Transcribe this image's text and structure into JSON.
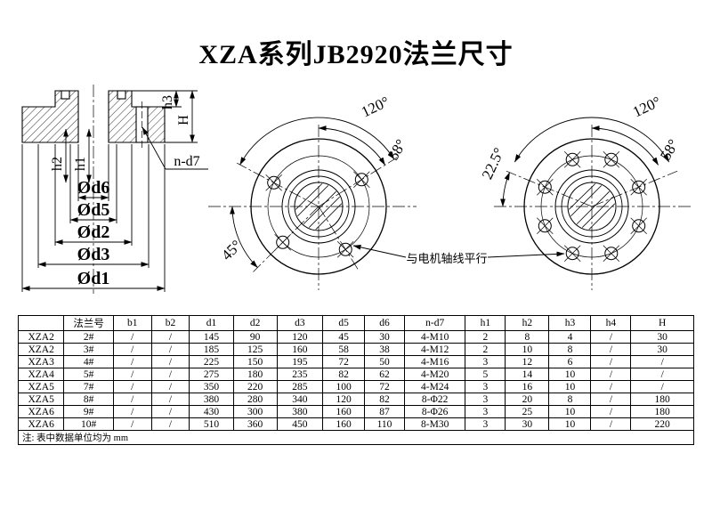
{
  "page": {
    "title": "XZA系列JB2920法兰尺寸"
  },
  "section_view": {
    "labels": {
      "h3": "h3",
      "H": "H",
      "h2": "h2",
      "h1": "h1",
      "n_d7": "n-d7",
      "d6": "Ød6",
      "d5": "Ød5",
      "d2": "Ød2",
      "d3": "Ød3",
      "d1": "Ød1"
    }
  },
  "front_view_left": {
    "angle_top": "120°",
    "angle_right": "58°",
    "angle_lower_left": "45°"
  },
  "front_view_right": {
    "angle_top": "120°",
    "angle_right": "58°",
    "angle_left": "22.5°"
  },
  "callout": {
    "axis_parallel": "与电机轴线平行"
  },
  "table": {
    "headers": [
      "",
      "法兰号",
      "b1",
      "b2",
      "d1",
      "d2",
      "d3",
      "d5",
      "d6",
      "n-d7",
      "h1",
      "h2",
      "h3",
      "h4",
      "H"
    ],
    "rows": [
      [
        "XZA2",
        "2#",
        "/",
        "/",
        "145",
        "90",
        "120",
        "45",
        "30",
        "4-M10",
        "2",
        "8",
        "4",
        "/",
        "30"
      ],
      [
        "XZA2",
        "3#",
        "/",
        "/",
        "185",
        "125",
        "160",
        "58",
        "38",
        "4-M12",
        "2",
        "10",
        "8",
        "/",
        "30"
      ],
      [
        "XZA3",
        "4#",
        "/",
        "/",
        "225",
        "150",
        "195",
        "72",
        "50",
        "4-M16",
        "3",
        "12",
        "6",
        "/",
        "/"
      ],
      [
        "XZA4",
        "5#",
        "/",
        "/",
        "275",
        "180",
        "235",
        "82",
        "62",
        "4-M20",
        "5",
        "14",
        "10",
        "/",
        "/"
      ],
      [
        "XZA5",
        "7#",
        "/",
        "/",
        "350",
        "220",
        "285",
        "100",
        "72",
        "4-M24",
        "3",
        "16",
        "10",
        "/",
        "/"
      ],
      [
        "XZA5",
        "8#",
        "/",
        "/",
        "380",
        "280",
        "340",
        "120",
        "82",
        "8-Φ22",
        "3",
        "20",
        "8",
        "/",
        "180"
      ],
      [
        "XZA6",
        "9#",
        "/",
        "/",
        "430",
        "300",
        "380",
        "160",
        "87",
        "8-Φ26",
        "3",
        "25",
        "10",
        "/",
        "180"
      ],
      [
        "XZA6",
        "10#",
        "/",
        "/",
        "510",
        "360",
        "450",
        "160",
        "110",
        "8-M30",
        "3",
        "30",
        "10",
        "/",
        "220"
      ]
    ],
    "note": "注: 表中数据单位均为 mm"
  }
}
